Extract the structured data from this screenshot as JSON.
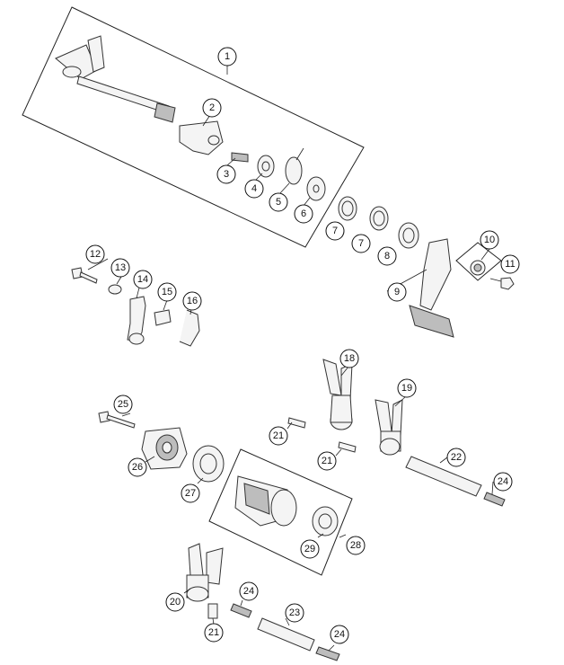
{
  "diagram": {
    "callouts": [
      {
        "id": "c1",
        "label": "1"
      },
      {
        "id": "c2",
        "label": "2"
      },
      {
        "id": "c3",
        "label": "3"
      },
      {
        "id": "c4",
        "label": "4"
      },
      {
        "id": "c5",
        "label": "5"
      },
      {
        "id": "c6",
        "label": "6"
      },
      {
        "id": "c7a",
        "label": "7"
      },
      {
        "id": "c7b",
        "label": "7"
      },
      {
        "id": "c8",
        "label": "8"
      },
      {
        "id": "c9",
        "label": "9"
      },
      {
        "id": "c10",
        "label": "10"
      },
      {
        "id": "c11",
        "label": "11"
      },
      {
        "id": "c12",
        "label": "12"
      },
      {
        "id": "c13",
        "label": "13"
      },
      {
        "id": "c14",
        "label": "14"
      },
      {
        "id": "c15",
        "label": "15"
      },
      {
        "id": "c16",
        "label": "16"
      },
      {
        "id": "c18",
        "label": "18"
      },
      {
        "id": "c19",
        "label": "19"
      },
      {
        "id": "c20",
        "label": "20"
      },
      {
        "id": "c21a",
        "label": "21"
      },
      {
        "id": "c21b",
        "label": "21"
      },
      {
        "id": "c21c",
        "label": "21"
      },
      {
        "id": "c22",
        "label": "22"
      },
      {
        "id": "c23",
        "label": "23"
      },
      {
        "id": "c24a",
        "label": "24"
      },
      {
        "id": "c24b",
        "label": "24"
      },
      {
        "id": "c24c",
        "label": "24"
      },
      {
        "id": "c25",
        "label": "25"
      },
      {
        "id": "c26",
        "label": "26"
      },
      {
        "id": "c27",
        "label": "27"
      },
      {
        "id": "c28",
        "label": "28"
      },
      {
        "id": "c29",
        "label": "29"
      }
    ]
  }
}
